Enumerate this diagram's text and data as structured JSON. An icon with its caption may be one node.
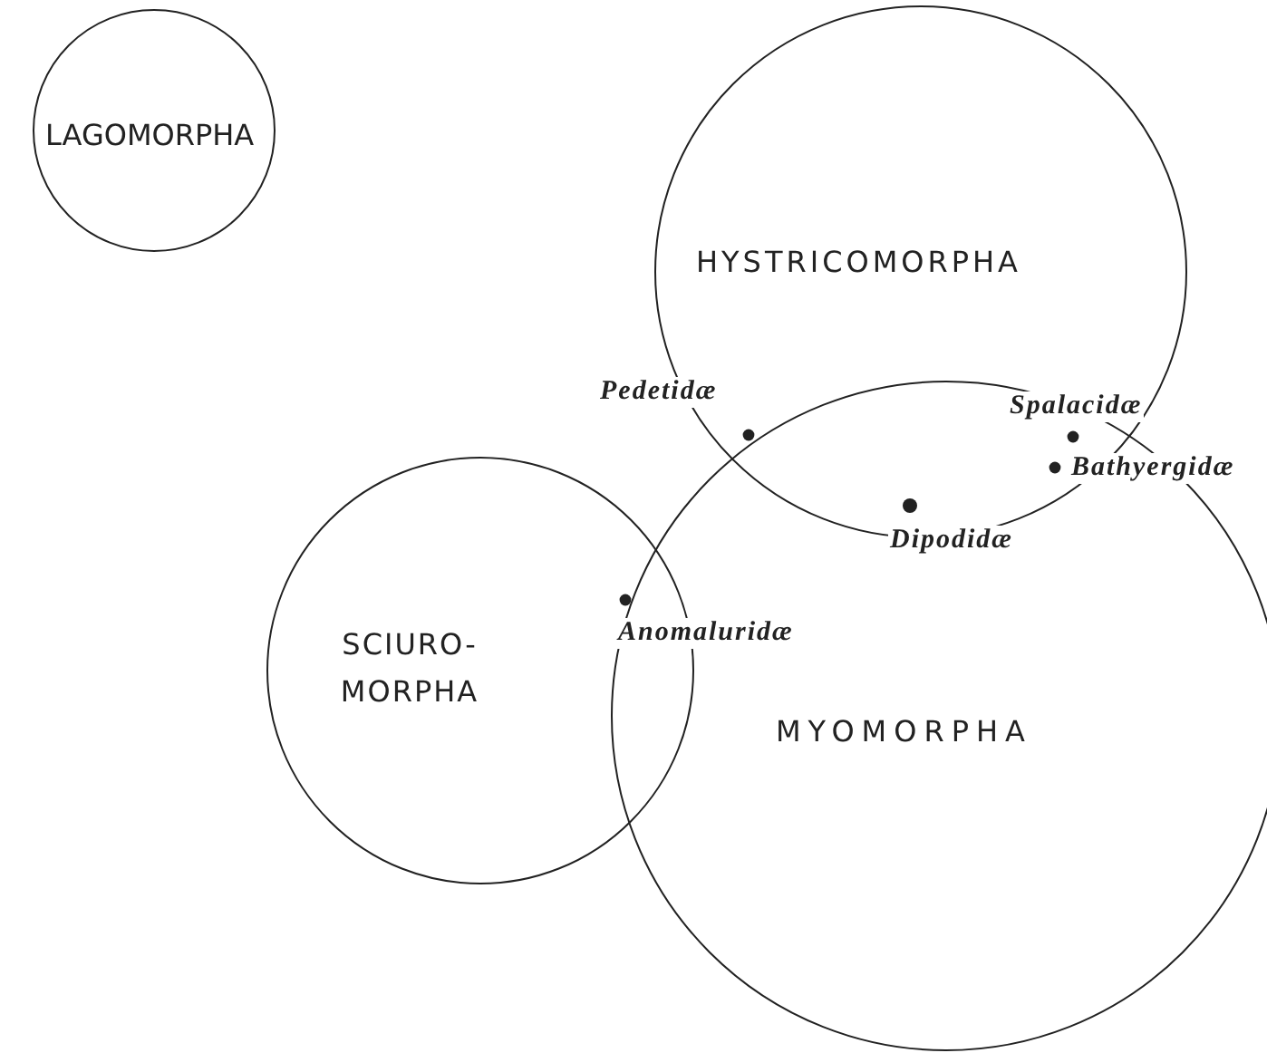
{
  "diagram": {
    "nodes": [
      {
        "text": [
          "LAGOMORPHA"
        ]
      },
      {
        "text": [
          "HYSTRICOMORPHA"
        ]
      },
      {
        "text": [
          "SCIURO- MORPHA"
        ]
      },
      {
        "text": [
          "MYOMORPHA"
        ]
      }
    ],
    "labels": [
      "Pedetidæ",
      "Spalacidæ",
      "Bathyergidæ",
      "Dipodidæ",
      "Anomaluridæ"
    ]
  }
}
